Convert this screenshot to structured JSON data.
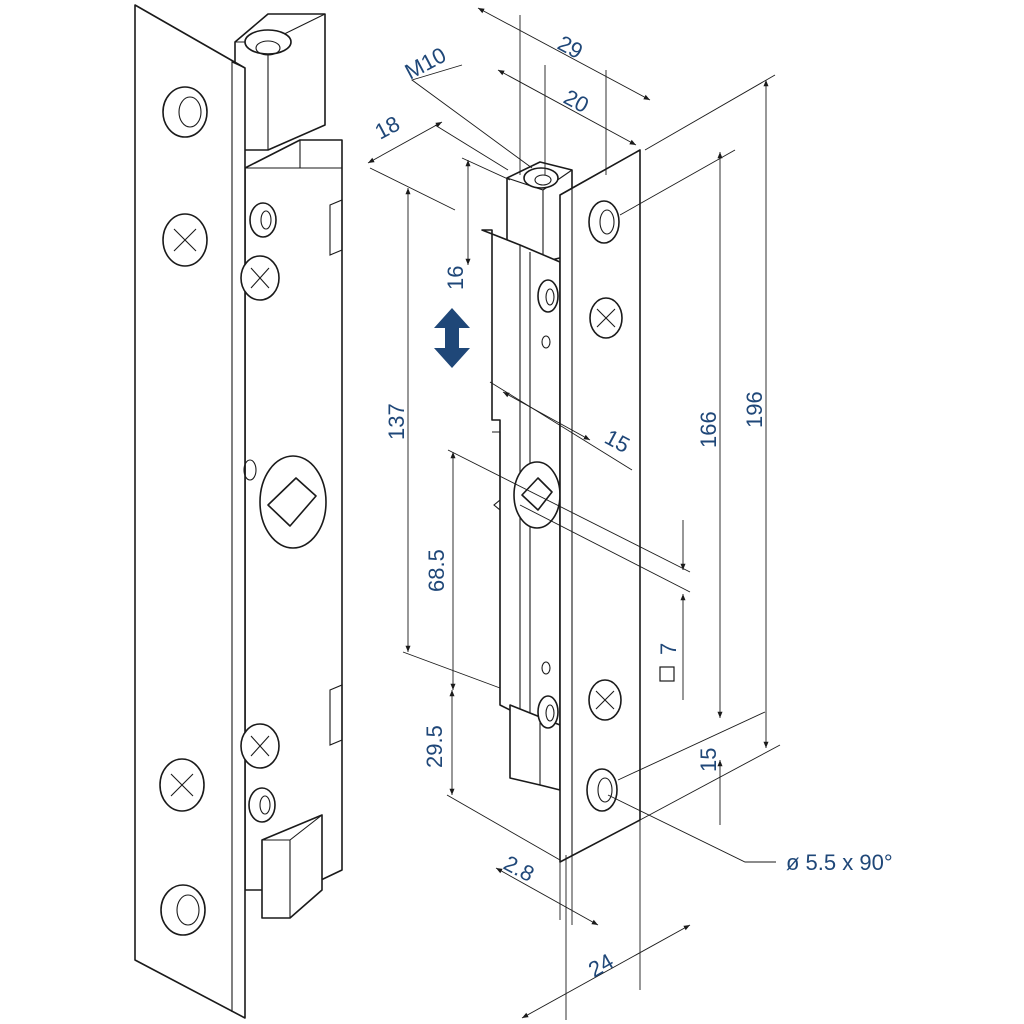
{
  "dimensions": {
    "d29": "29",
    "d20": "20",
    "m10": "M10",
    "d18": "18",
    "d16": "16",
    "d137": "137",
    "d15_mid": "15",
    "d68_5": "68.5",
    "d166": "166",
    "d196": "196",
    "d7": "7",
    "d29_5": "29.5",
    "d15_low": "15",
    "d2_8": "2.8",
    "d24": "24",
    "hole": "ø 5.5 x 90°"
  },
  "colors": {
    "line": "#1a1a1a",
    "dimension_text": "#1f4778",
    "motion_arrow": "#1f4778"
  },
  "icons": {
    "motion": "double-vertical-arrow-icon",
    "square": "square-icon"
  }
}
